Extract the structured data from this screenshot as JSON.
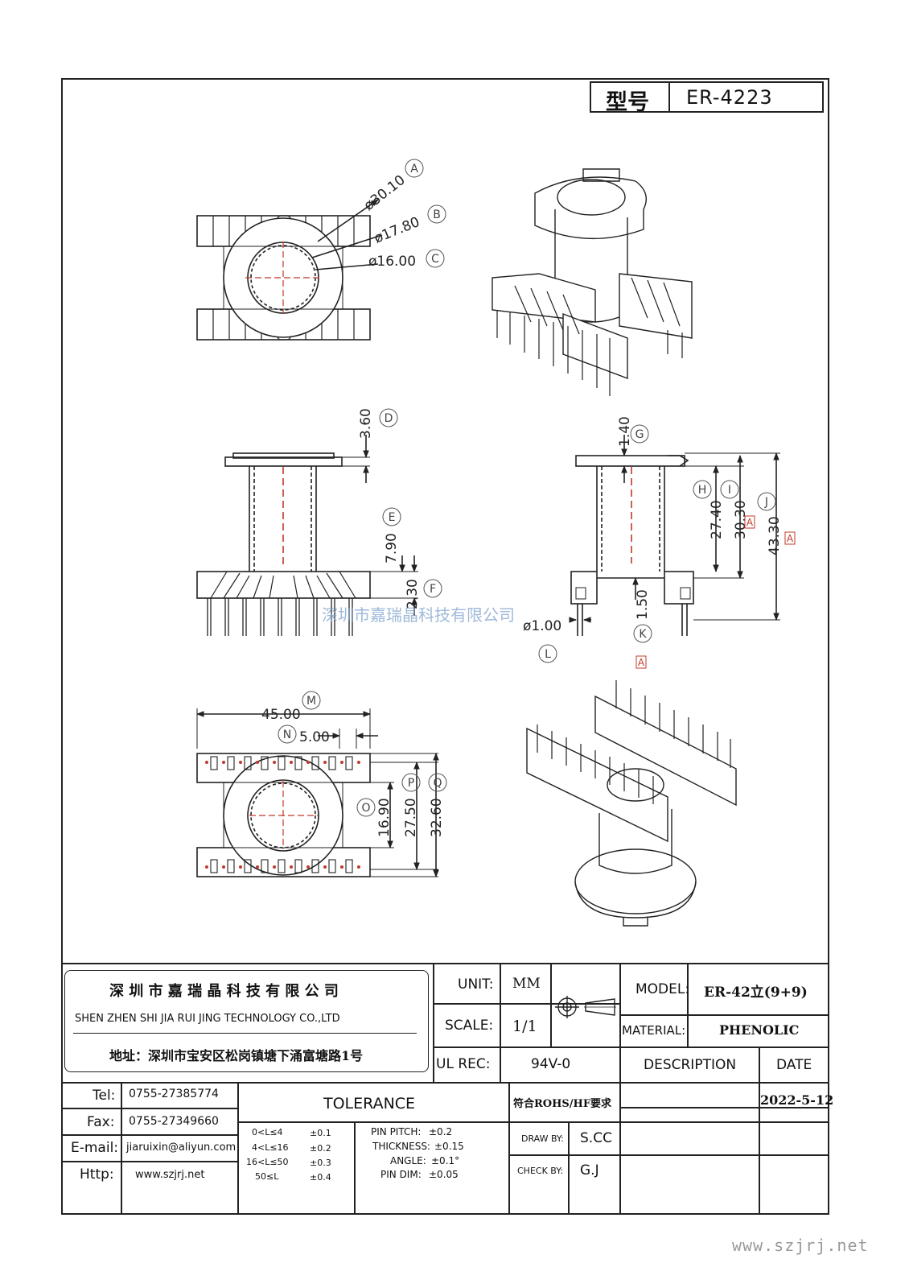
{
  "header": {
    "model_label": "型号",
    "model_value": "ER-4223"
  },
  "dimensions": {
    "A": {
      "tag": "A",
      "value": "ø30.10"
    },
    "B": {
      "tag": "B",
      "value": "ø17.80"
    },
    "C": {
      "tag": "C",
      "value": "ø16.00"
    },
    "D": {
      "tag": "D",
      "value": "3.60"
    },
    "E": {
      "tag": "E",
      "value": "7.90"
    },
    "F": {
      "tag": "F",
      "value": "2.30"
    },
    "G": {
      "tag": "G",
      "value": "1.40"
    },
    "H": {
      "tag": "H",
      "value": "27.40"
    },
    "I": {
      "tag": "I",
      "value": "30.30"
    },
    "J": {
      "tag": "J",
      "value": "43.30"
    },
    "K": {
      "tag": "K",
      "value": "1.50"
    },
    "L": {
      "tag": "L",
      "value": "ø1.00"
    },
    "M": {
      "tag": "M",
      "value": "45.00"
    },
    "N": {
      "tag": "N",
      "value": "5.00"
    },
    "O": {
      "tag": "O",
      "value": "16.90"
    },
    "P": {
      "tag": "P",
      "value": "27.50"
    },
    "Q": {
      "tag": "Q",
      "value": "32.60"
    },
    "datum": "A"
  },
  "watermark": "深圳市嘉瑞晶科技有限公司",
  "company": {
    "name_cn": "深 圳 市 嘉 瑞 晶 科 技 有 限 公 司",
    "name_en": "SHEN ZHEN SHI  JIA RUI JING  TECHNOLOGY CO.,LTD",
    "address": "地址：深圳市宝安区松岗镇塘下涌富塘路1号"
  },
  "contact": [
    {
      "label": "Tel:",
      "value": "0755-27385774"
    },
    {
      "label": "Fax:",
      "value": "0755-27349660"
    },
    {
      "label": "E-mail:",
      "value": "jiaruixin@aliyun.com"
    },
    {
      "label": "Http:",
      "value": "www.szjrj.net"
    }
  ],
  "specs": {
    "unit_label": "UNIT:",
    "unit_value": "MM",
    "scale_label": "SCALE:",
    "scale_value": "1/1",
    "ul_label": "UL REC:",
    "ul_value": "94V-0",
    "model_label": "MODEL:",
    "model_value": "ER-42立(9+9)",
    "material_label": "MATERIAL:",
    "material_value": "PHENOLIC",
    "description_label": "DESCRIPTION",
    "date_label": "DATE",
    "compliance": "符合ROHS/HF要求",
    "date_value": "2022-5-12",
    "draw_label": "DRAW BY:",
    "draw_value": "S.CC",
    "check_label": "CHECK BY:",
    "check_value": "G.J"
  },
  "tolerance": {
    "title": "TOLERANCE",
    "ranges": [
      {
        "range": "0<L≤4",
        "tol": "±0.1"
      },
      {
        "range": "4<L≤16",
        "tol": "±0.2"
      },
      {
        "range": "16<L≤50",
        "tol": "±0.3"
      },
      {
        "range": "50≤L",
        "tol": "±0.4"
      }
    ],
    "others": [
      {
        "label": "PIN PITCH:",
        "tol": "±0.2"
      },
      {
        "label": "THICKNESS:",
        "tol": "±0.15"
      },
      {
        "label": "ANGLE:",
        "tol": "±0.1°"
      },
      {
        "label": "PIN DIM:",
        "tol": "±0.05"
      }
    ]
  },
  "footer_url": "www.szjrj.net"
}
